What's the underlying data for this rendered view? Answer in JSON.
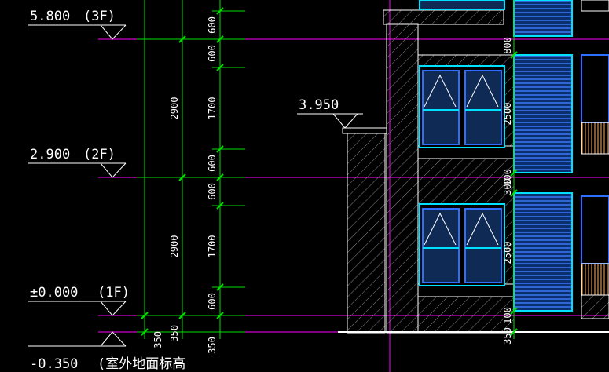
{
  "levels": [
    {
      "elevation": "5.800",
      "floor": "(3F)"
    },
    {
      "elevation": "2.900",
      "floor": "(2F)"
    },
    {
      "elevation": "±0.000",
      "floor": "(1F)"
    },
    {
      "elevation": "-0.350",
      "floor": "(室外地面标高"
    }
  ],
  "canopy_elevation": "3.950",
  "dimension_chain_left": {
    "inner": [
      "600",
      "600",
      "1700",
      "600",
      "600",
      "1700",
      "600",
      "350",
      "350"
    ],
    "outer": [
      "2900",
      "2900",
      "350"
    ]
  },
  "dimension_chain_right": [
    "800",
    "2500",
    "100",
    "300",
    "2500",
    "100",
    "350"
  ],
  "colors": {
    "background": "#000000",
    "level_lines": "#ff00ff",
    "dimension_lines": "#00e000",
    "window_frames": "#00e0ff",
    "window_glass": "#1f5fbf",
    "walls": "#ffffff"
  }
}
